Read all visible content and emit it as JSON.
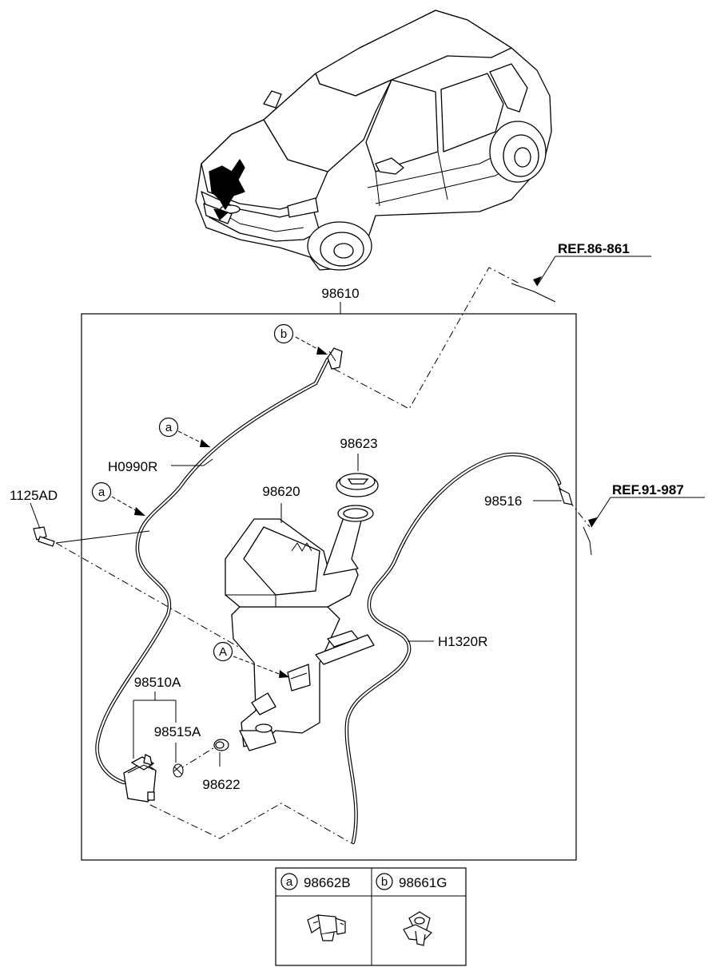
{
  "labels": {
    "ref_top": "REF.86-861",
    "ref_right": "REF.91-987",
    "assembly": "98610",
    "bolt": "1125AD",
    "hose_a": "H0990R",
    "hose_b": "H1320R",
    "tank": "98620",
    "cap": "98623",
    "nozzle": "98516",
    "pump": "98510A",
    "filter": "98515A",
    "grommet": "98622",
    "view_marker": "A",
    "clip_a_marker": "a",
    "clip_b_marker": "b"
  },
  "legend": {
    "items": [
      {
        "marker": "a",
        "part": "98662B"
      },
      {
        "marker": "b",
        "part": "98661G"
      }
    ]
  }
}
